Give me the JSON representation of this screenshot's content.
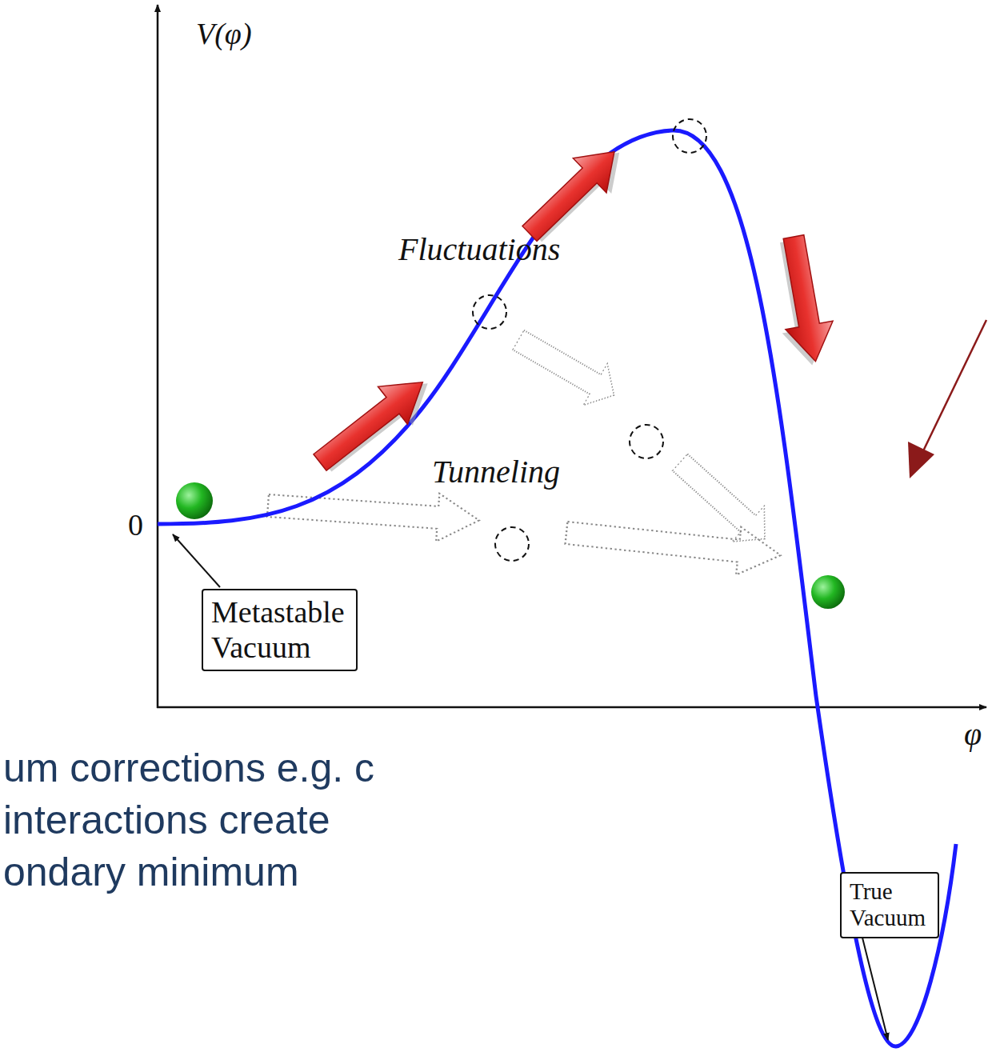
{
  "diagram": {
    "nodes": [
      {
        "text": [
          "Metastable Vacuum"
        ]
      },
      {
        "text": [
          "True Vacuum"
        ]
      }
    ],
    "labels": [
      "V(φ)",
      "0",
      "φ",
      "Fluctuations",
      "Tunneling",
      "um corrections e.g. c interactions create ondary minimum"
    ]
  }
}
